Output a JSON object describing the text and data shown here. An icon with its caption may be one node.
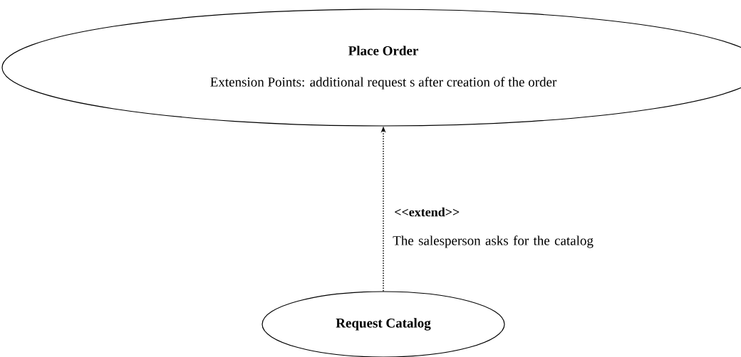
{
  "diagram": {
    "nodes": [
      {
        "text": [
          "Place Order",
          "Extension Points: additional request s after creation of the order"
        ]
      },
      {
        "text": [
          "Request Catalog"
        ]
      }
    ],
    "edges": [
      {
        "from": 1,
        "to": 0,
        "arrow": "to",
        "style": "dashed",
        "label": "<<extend>>"
      }
    ],
    "labels": [
      "The salesperson asks for the catalog"
    ]
  }
}
